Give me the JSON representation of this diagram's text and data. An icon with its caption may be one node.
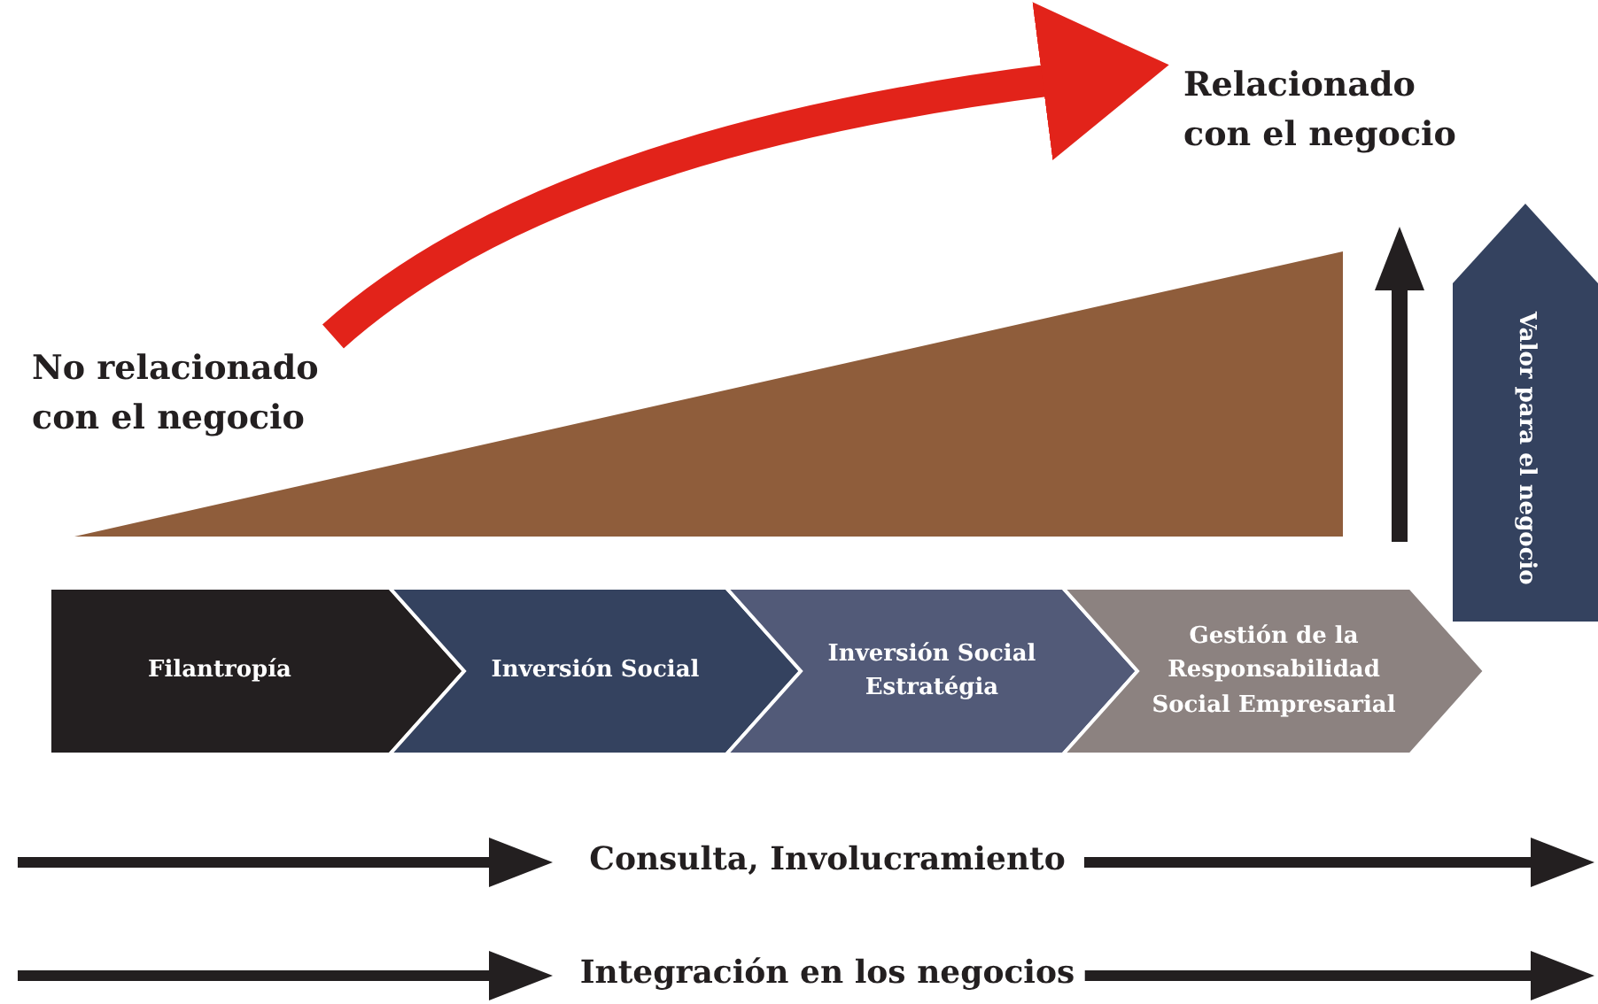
{
  "diagram": {
    "nodes": [
      {
        "text": [
          "No relacionado con el negocio"
        ]
      },
      {
        "text": [
          "Relacionado con el negocio"
        ]
      },
      {
        "text": [
          "Filantropía"
        ]
      },
      {
        "text": [
          "Inversión Social"
        ]
      },
      {
        "text": [
          "Inversión Social Estratégia"
        ]
      },
      {
        "text": [
          "Gestión de la Responsabilidad Social Empresarial"
        ]
      },
      {
        "text": [
          "Valor para el negocio"
        ]
      }
    ],
    "edges": [
      {
        "from": 0,
        "to": 1,
        "arrow": "to",
        "color": "#e2231a"
      }
    ],
    "labels": [
      "Consulta, Involucramiento",
      "Integración en los negocios"
    ]
  }
}
